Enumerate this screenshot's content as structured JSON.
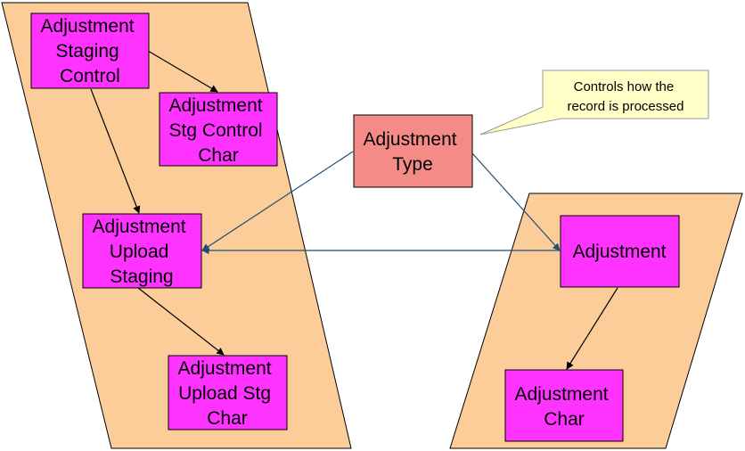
{
  "colors": {
    "region_fill": "#FCCC99",
    "entity_fill": "#FF33FF",
    "type_fill": "#F58B87",
    "callout_fill": "#FFFFC7",
    "arrow_black": "#000000",
    "arrow_blue": "#1F4E79"
  },
  "entities": {
    "staging_control": {
      "lines": [
        "Adjustment",
        "Staging",
        "Control"
      ]
    },
    "stg_control_char": {
      "lines": [
        "Adjustment",
        "Stg Control",
        "Char"
      ]
    },
    "upload_staging": {
      "lines": [
        "Adjustment",
        "Upload",
        "Staging"
      ]
    },
    "upload_stg_char": {
      "lines": [
        "Adjustment",
        "Upload Stg",
        "Char"
      ]
    },
    "adjustment_type": {
      "lines": [
        "Adjustment",
        "Type"
      ]
    },
    "adjustment": {
      "lines": [
        "Adjustment"
      ]
    },
    "adjustment_char": {
      "lines": [
        "Adjustment",
        "Char"
      ]
    }
  },
  "callout": {
    "lines": [
      "Controls how the",
      "record is processed"
    ]
  }
}
